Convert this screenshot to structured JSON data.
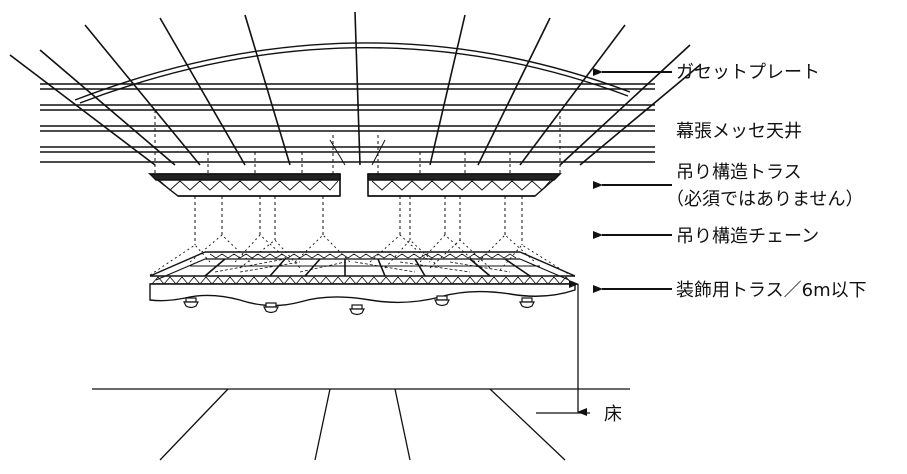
{
  "labels": {
    "gusset_plate": "ガセットプレート",
    "makuhari_ceiling": "幕張メッセ天井",
    "suspension_truss_line1": "吊り構造トラス",
    "suspension_truss_line2": "（必須ではありません）",
    "suspension_chain": "吊り構造チェーン",
    "decor_truss": "装飾用トラス／6m以下",
    "floor": "床"
  },
  "colors": {
    "ink": "#111111",
    "background": "#ffffff"
  }
}
